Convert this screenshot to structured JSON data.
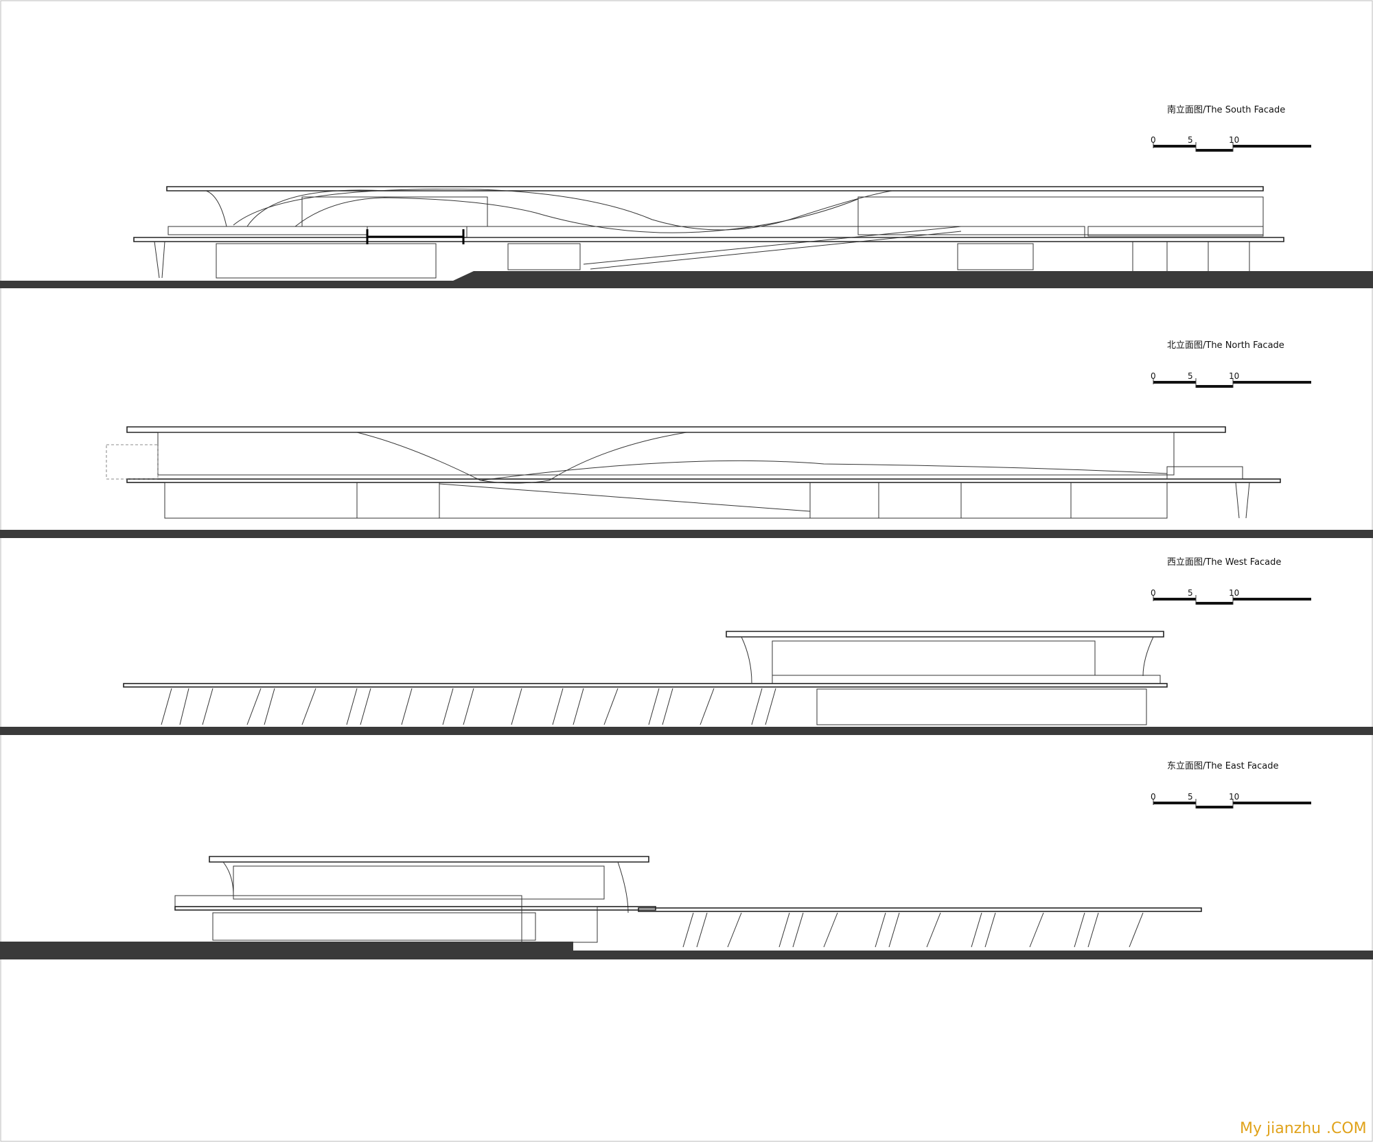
{
  "drawings": [
    {
      "title": "南立面图/The South Facade",
      "scale_ticks": [
        "0",
        "5",
        "10"
      ]
    },
    {
      "title": "北立面图/The North Facade",
      "scale_ticks": [
        "0",
        "5",
        "10"
      ]
    },
    {
      "title": "西立面图/The West Facade",
      "scale_ticks": [
        "0",
        "5",
        "10"
      ]
    },
    {
      "title": "东立面图/The East Facade",
      "scale_ticks": [
        "0",
        "5",
        "10"
      ]
    }
  ],
  "watermark": {
    "left": "My jianzhu",
    "right": ".COM"
  },
  "colors": {
    "ground": "#3a3a3a",
    "line": "#333333",
    "watermark": "#e0a21a"
  }
}
